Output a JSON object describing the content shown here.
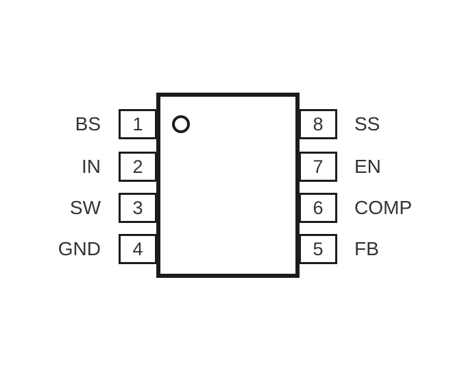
{
  "diagram": {
    "kind": "ic-pinout",
    "package": "8-pin",
    "pin1_indicator": "circle"
  },
  "colors": {
    "background": "#ffffff",
    "line": "#1c1c1c",
    "text": "#333333"
  },
  "pins": {
    "left": [
      {
        "number": "1",
        "label": "BS"
      },
      {
        "number": "2",
        "label": "IN"
      },
      {
        "number": "3",
        "label": "SW"
      },
      {
        "number": "4",
        "label": "GND"
      }
    ],
    "right": [
      {
        "number": "8",
        "label": "SS"
      },
      {
        "number": "7",
        "label": "EN"
      },
      {
        "number": "6",
        "label": "COMP"
      },
      {
        "number": "5",
        "label": "FB"
      }
    ]
  }
}
